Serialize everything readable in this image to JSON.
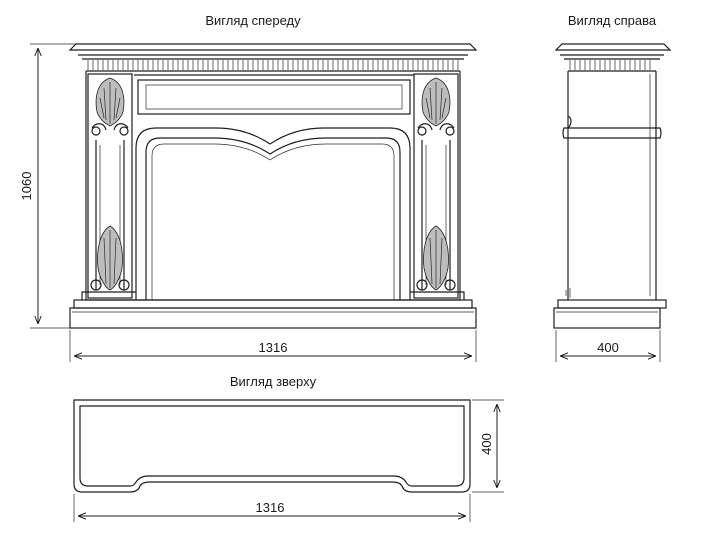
{
  "views": {
    "front": {
      "title": "Вигляд спереду",
      "width": "1316",
      "height": "1060"
    },
    "side": {
      "title": "Вигляд справа",
      "depth": "400"
    },
    "top": {
      "title": "Вигляд зверху",
      "width": "1316",
      "depth": "400"
    }
  }
}
